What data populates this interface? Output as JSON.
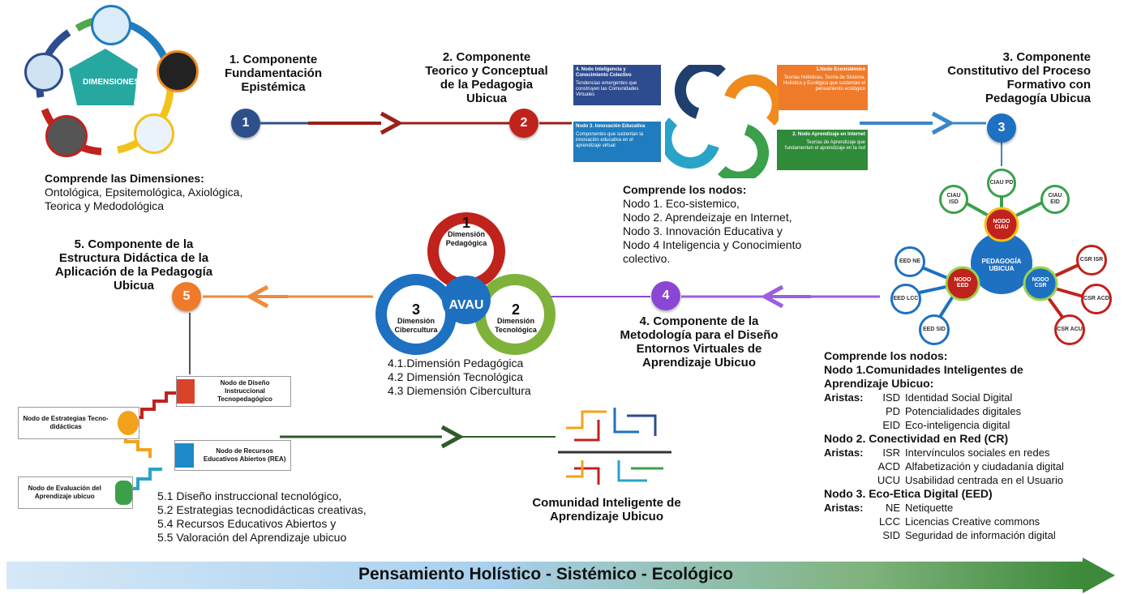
{
  "c1": {
    "number": "1",
    "title_lines": [
      "1. Componente",
      "Fundamentación",
      "Epistémica"
    ],
    "dimensions_center": "DIMENSIONES",
    "desc_heading": "Comprende las Dimensiones:",
    "desc_lines": [
      "Ontológica,  Epsitemológica, Axiológica,",
      "Teorica y Medodológica"
    ]
  },
  "c2": {
    "number": "2",
    "title_lines": [
      "2. Componente",
      "Teorico y Conceptual",
      "de la Pedagogia",
      "Ubicua"
    ],
    "box4_title": "4. Nodo Inteligencia y Conocimiento Colectivo",
    "box4_text": "Tendencias emergentes que construyen las Comunidades Virtuales",
    "box1_title": "1.Nodo Ecosistémico",
    "box1_text": "Teorías Holísticas, Teoría de Sistema, Holística y Ecológica que sustentan el pensamiento ecológico",
    "box3_title": "Nodo 3. Innovación Educativa",
    "box3_text": "Componentes que sustentan la innovación educativa en el aprendizaje virtual",
    "box2_title": "2. Nodo Aprendizaje en Internet",
    "box2_text": "Teorías de Aprendizaje que fundamentan el aprendizaje en la red",
    "nodes_heading": "Comprende los nodos:",
    "nodes_lines": [
      "Nodo 1.  Eco-sistemico,",
      "Nodo 2.  Aprendeizaje en Internet,",
      "Nodo 3.  Innovación Educativa y",
      "Nodo 4  Inteligencia y Conocimiento",
      "colectivo."
    ]
  },
  "c3": {
    "number": "3",
    "title_lines": [
      "3. Componente",
      "Constitutivo del Proceso",
      "Formativo con",
      "Pedagogía Ubicua"
    ],
    "center": "PEDAGOGÍA UBICUA",
    "hub_ciau": "NODO CIAU",
    "hub_eed": "NODO EED",
    "hub_csr": "NODO CSR",
    "leaves": [
      "CIAU PD",
      "CIAU EID",
      "CIAU ISD",
      "CSR ISR",
      "CSR ACD",
      "CSR ACU",
      "EED NE",
      "EED LCC",
      "EED SID"
    ],
    "nodes_heading": "Comprende los nodos:",
    "nodo1": "Nodo 1.Comunidades Inteligentes de Aprendizaje Ubicuo:",
    "nodo1_line1": "Nodo 1.Comunidades Inteligentes de",
    "nodo1_line2": "Aprendizaje Ubicuo:",
    "aristas_label": "Aristas:",
    "n1_aristas": [
      {
        "code": "ISD",
        "text": "Identidad Social Digital"
      },
      {
        "code": "PD",
        "text": "Potencialidades digitales"
      },
      {
        "code": "EID",
        "text": "Eco-inteligencia digital"
      }
    ],
    "nodo2": "Nodo 2. Conectividad  en Red (CR)",
    "n2_aristas": [
      {
        "code": "ISR",
        "text": "Intervínculos sociales en redes"
      },
      {
        "code": "ACD",
        "text": "Alfabetización y ciudadanía digital"
      },
      {
        "code": "UCU",
        "text": "Usabilidad centrada en el Usuario"
      }
    ],
    "nodo3": "Nodo 3. Eco-Etica Digital (EED)",
    "n3_aristas": [
      {
        "code": "NE",
        "text": "Netiquette"
      },
      {
        "code": "LCC",
        "text": "Licencias Creative commons"
      },
      {
        "code": "SID",
        "text": "Seguridad de información digital"
      }
    ]
  },
  "c4": {
    "number": "4",
    "title_lines": [
      "4. Componente de la",
      "Metodología para el Diseño",
      "Entornos Virtuales de",
      "Aprendizaje Ubicuo"
    ],
    "avau": "AVAU",
    "d1_num": "1",
    "d1_label": "Dimensión Pedagógica",
    "d2_num": "2",
    "d2_label": "Dimensión Tecnológica",
    "d3_num": "3",
    "d3_label": "Dimensión Cibercultura",
    "list": [
      "4.1.Dimensión Pedagógica",
      "4.2 Dimensión Tecnológica",
      "4.3 Diemensión Cibercultura"
    ]
  },
  "c5": {
    "number": "5",
    "title_lines": [
      "5. Componente de la",
      "Estructura Didáctica de la",
      "Aplicación de la Pedagogía",
      "Ubicua"
    ],
    "node_diseno": "Nodo de Diseño Instruccional Tecnopedagógico",
    "node_estrategias": "Nodo de Estrategias Tecno-didácticas",
    "node_recursos": "Nodo de Recursos Educativos Abiertos  (REA)",
    "node_evaluacion": "Nodo de Evaluación del Aprendizaje ubicuo",
    "list": [
      "5.1 Diseño instruccional tecnológico,",
      "5.2  Estrategias tecnodidácticas creativas,",
      "5.4 Recursos Educativos Abiertos y",
      "5.5 Valoración del Aprendizaje ubicuo"
    ]
  },
  "comunidad": [
    "Comunidad Inteligente de",
    "Aprendizaje Ubicuo"
  ],
  "footer": "Pensamiento Holístico -  Sistémico - Ecológico",
  "colors": {
    "c1": "#2f4f8a",
    "c2": "#c0221c",
    "c3": "#1e70c1",
    "c4": "#8b46d6",
    "c5": "#ef7b2a",
    "arrow_dark_red": "#9b1f1a",
    "arrow_blue": "#3a86c8",
    "arrow_purple": "#9b5fe0",
    "arrow_orange": "#ef8a3a",
    "arrow_green": "#2f5a2a"
  }
}
